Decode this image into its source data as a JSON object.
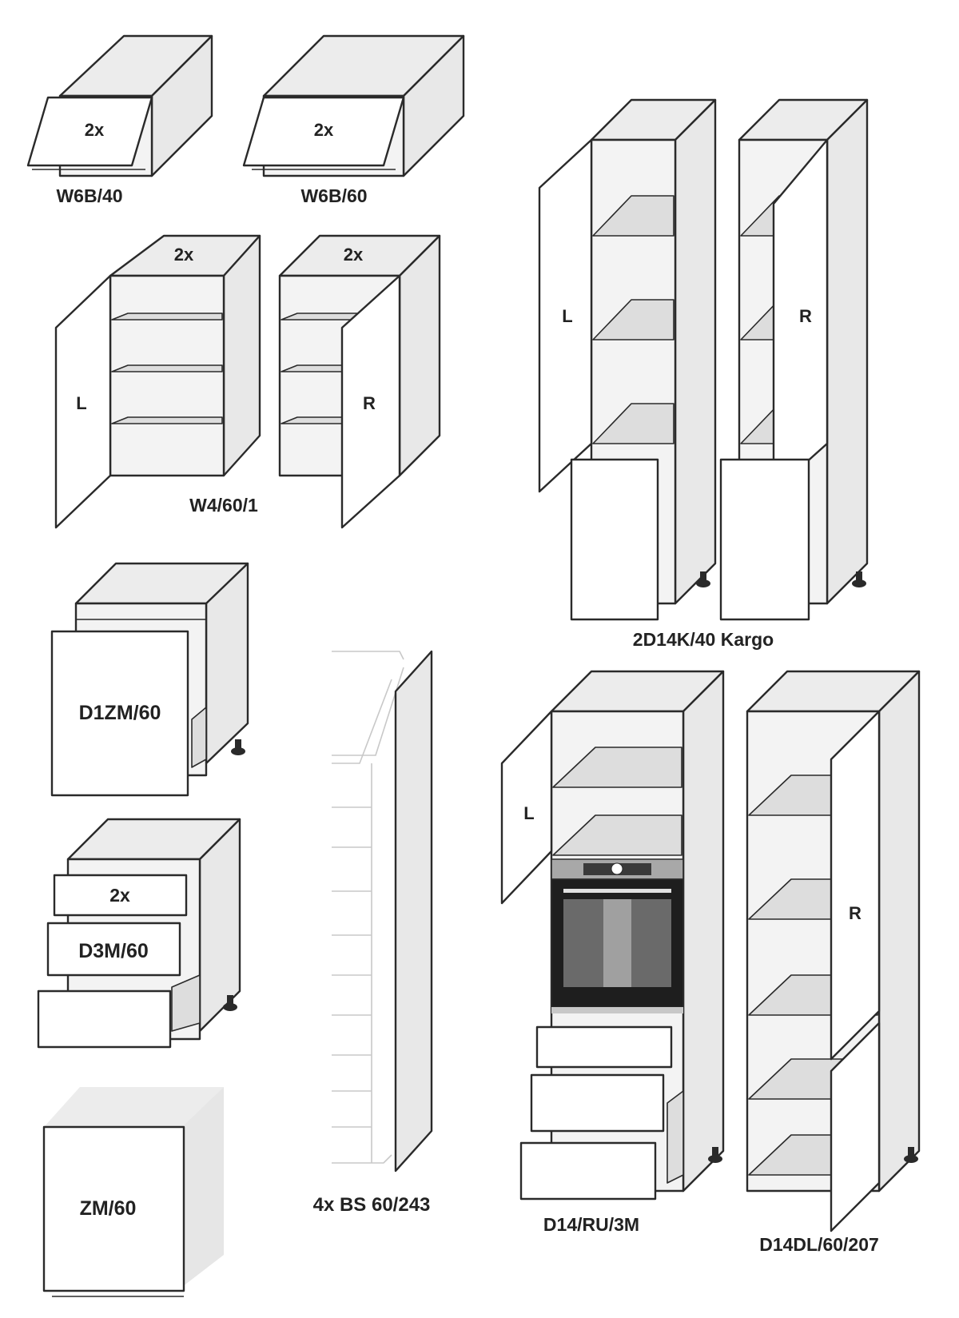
{
  "colors": {
    "front": "#ffffff",
    "side": "#e8e8e8",
    "top": "#ececec",
    "inner": "#f3f3f3",
    "shelf": "#dddddd",
    "outline": "#2a2a2a",
    "oven_body": "#1e1e1e",
    "oven_panel": "#a8a8a8"
  },
  "items": {
    "w6b40": {
      "name": "W6B/40",
      "badge": "2x"
    },
    "w6b60": {
      "name": "W6B/60",
      "badge": "2x"
    },
    "w4601": {
      "name": "W4/60/1",
      "badge_left": "2x",
      "badge_right": "2x",
      "door_left": "L",
      "door_right": "R"
    },
    "kargo": {
      "name": "2D14K/40 Kargo",
      "door_left": "L",
      "door_right": "R"
    },
    "d1zm60": {
      "name": "D1ZM/60"
    },
    "d3m60": {
      "name": "D3M/60",
      "badge": "2x"
    },
    "zm60": {
      "name": "ZM/60"
    },
    "bs60": {
      "name": "4x BS 60/243"
    },
    "d14ru3m": {
      "name": "D14/RU/3M",
      "door_left": "L"
    },
    "d14dl": {
      "name": "D14DL/60/207",
      "door_right": "R"
    }
  }
}
